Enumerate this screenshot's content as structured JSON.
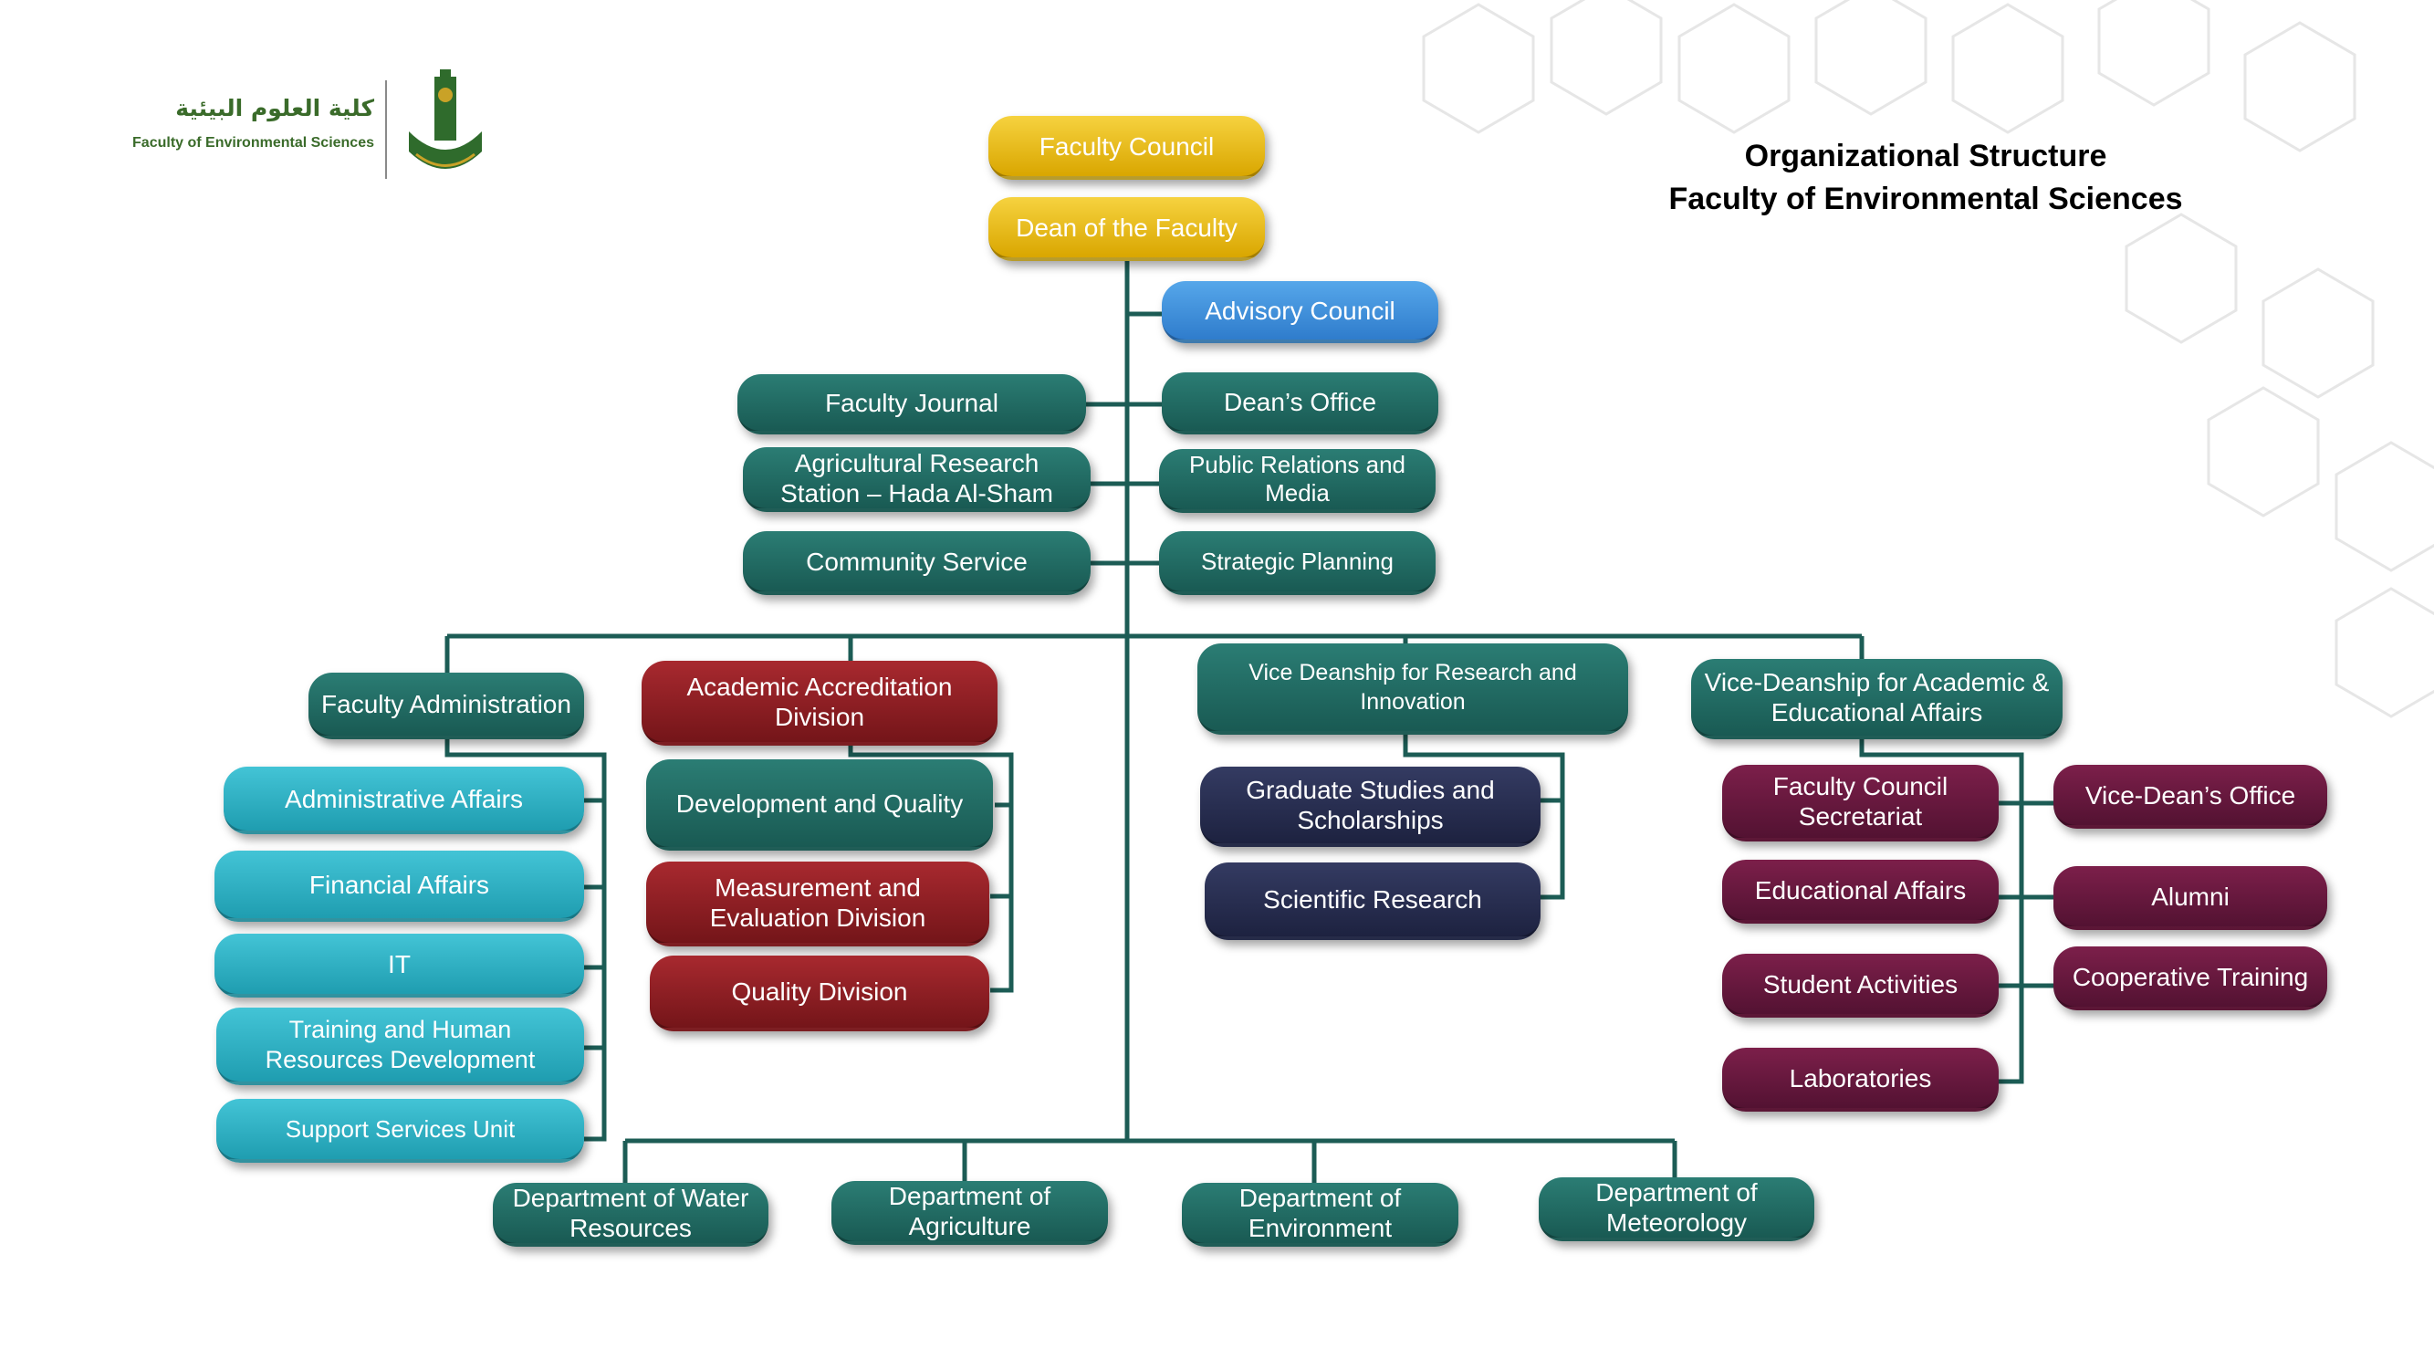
{
  "header": {
    "title_line1": "Organizational Structure",
    "title_line2": "Faculty of Environmental Sciences",
    "logo_arabic": "كلية العلوم البيئية",
    "logo_english": "Faculty of Environmental Sciences"
  },
  "colors": {
    "gold": "#e2b40f",
    "blue": "#3a8ad8",
    "teal": "#1f6a62",
    "cyan": "#2bb0c3",
    "red": "#8e1f24",
    "navy": "#262c4e",
    "plum": "#69183e",
    "connector": "#1c5c55"
  },
  "top": {
    "faculty_council": "Faculty Council",
    "dean": "Dean of the Faculty",
    "advisory_council": "Advisory Council"
  },
  "dean_units_left": [
    "Faculty Journal",
    "Agricultural Research Station – Hada Al-Sham",
    "Community Service"
  ],
  "dean_units_right": [
    "Dean’s Office",
    "Public Relations and Media",
    "Strategic Planning"
  ],
  "faculty_administration": {
    "label": "Faculty Administration",
    "units": [
      "Administrative Affairs",
      "Financial Affairs",
      "IT",
      "Training and Human Resources Development",
      "Support Services Unit"
    ]
  },
  "accreditation": {
    "label": "Academic Accreditation Division",
    "units": [
      "Development and Quality",
      "Measurement and Evaluation Division",
      "Quality Division"
    ]
  },
  "research": {
    "label": "Vice Deanship for Research and Innovation",
    "units": [
      "Graduate Studies and Scholarships",
      "Scientific Research"
    ]
  },
  "academic": {
    "label": "Vice-Deanship for Academic & Educational Affairs",
    "units_left": [
      "Faculty Council Secretariat",
      "Educational Affairs",
      "Student Activities",
      "Laboratories"
    ],
    "units_right": [
      "Vice-Dean’s Office",
      "Alumni",
      "Cooperative Training"
    ]
  },
  "departments": [
    "Department of Water Resources",
    "Department of Agriculture",
    "Department of Environment",
    "Department of Meteorology"
  ]
}
